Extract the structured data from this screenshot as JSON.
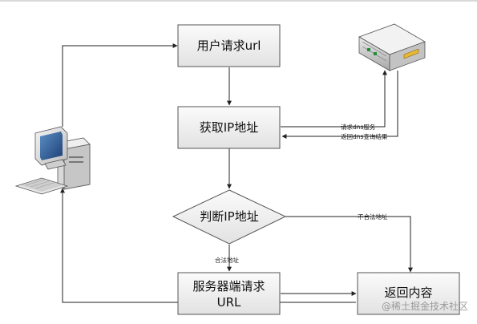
{
  "nodes": {
    "user_request": "用户请求url",
    "get_ip": "获取IP地址",
    "judge_ip": "判断IP地址",
    "server_request_line1": "服务器端请求",
    "server_request_line2": "URL",
    "return_content": "返回内容"
  },
  "edges": {
    "request_dns": "请求dns服务",
    "return_dns": "返回dns查询结果",
    "illegal": "不合法地址",
    "legal": "合法地址"
  },
  "icons": {
    "client": "desktop-computer-icon",
    "dns": "server-icon"
  },
  "watermark": "@稀土掘金技术社区"
}
